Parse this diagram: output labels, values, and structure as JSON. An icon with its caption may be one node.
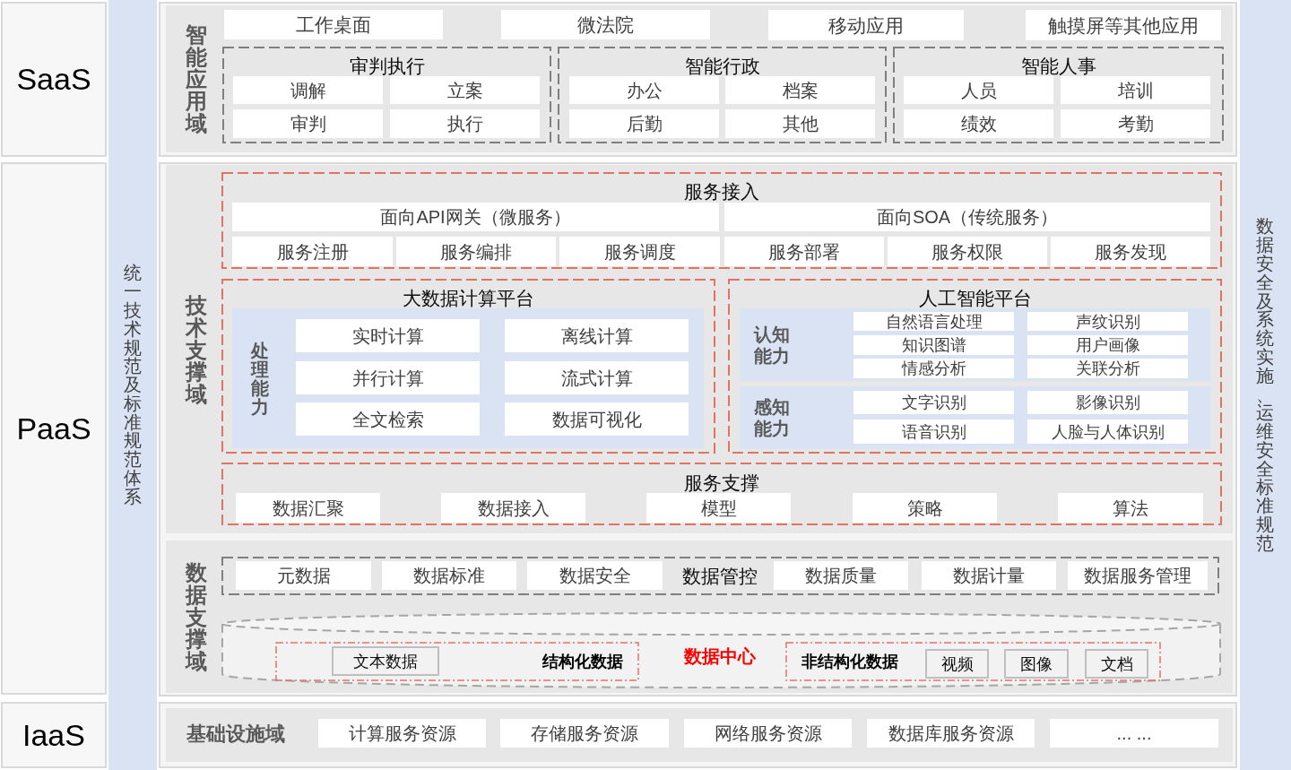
{
  "diagram": {
    "nodes": [
      {
        "text": [
          "SaaS"
        ]
      },
      {
        "text": [
          "统一技术规范及标准规范体系"
        ]
      },
      {
        "text": [
          "智能应用域"
        ]
      },
      {
        "text": [
          "工作桌面"
        ],
        "in": 2
      },
      {
        "text": [
          "微法院"
        ],
        "in": 2
      },
      {
        "text": [
          "移动应用"
        ],
        "in": 2
      },
      {
        "text": [
          "触摸屏等其他应用"
        ],
        "in": 2
      },
      {
        "text": [
          "审判执行"
        ],
        "in": 2
      },
      {
        "text": [
          "调解"
        ],
        "in": 7
      },
      {
        "text": [
          "立案"
        ],
        "in": 7
      },
      {
        "text": [
          "审判"
        ],
        "in": 7
      },
      {
        "text": [
          "执行"
        ],
        "in": 7
      },
      {
        "text": [
          "智能行政"
        ],
        "in": 2
      },
      {
        "text": [
          "办公"
        ],
        "in": 12
      },
      {
        "text": [
          "档案"
        ],
        "in": 12
      },
      {
        "text": [
          "后勤"
        ],
        "in": 12
      },
      {
        "text": [
          "其他"
        ],
        "in": 12
      },
      {
        "text": [
          "智能人事"
        ],
        "in": 2
      },
      {
        "text": [
          "人员"
        ],
        "in": 17
      },
      {
        "text": [
          "培训"
        ],
        "in": 17
      },
      {
        "text": [
          "绩效"
        ],
        "in": 17
      },
      {
        "text": [
          "考勤"
        ],
        "in": 17
      },
      {
        "text": [
          "数据安全及系统实施、运维安全标准规范"
        ]
      },
      {
        "text": [
          "PaaS"
        ]
      },
      {
        "text": [
          "技术支撑域"
        ]
      },
      {
        "text": [
          "服务接入"
        ],
        "in": 24
      },
      {
        "text": [
          "面向API网关（微服务）"
        ],
        "in": 25
      },
      {
        "text": [
          "面向SOA（传统服务）"
        ],
        "in": 25
      },
      {
        "text": [
          "服务注册"
        ],
        "in": 25
      },
      {
        "text": [
          "服务编排"
        ],
        "in": 25
      },
      {
        "text": [
          "服务调度"
        ],
        "in": 25
      },
      {
        "text": [
          "服务部署"
        ],
        "in": 25
      },
      {
        "text": [
          "服务权限"
        ],
        "in": 25
      },
      {
        "text": [
          "服务发现"
        ],
        "in": 25
      },
      {
        "text": [
          "大数据计算平台"
        ],
        "in": 24
      },
      {
        "text": [
          "处理能力"
        ],
        "in": 34
      },
      {
        "text": [
          "实时计算"
        ],
        "in": 35
      },
      {
        "text": [
          "离线计算"
        ],
        "in": 35
      },
      {
        "text": [
          "并行计算"
        ],
        "in": 35
      },
      {
        "text": [
          "流式计算"
        ],
        "in": 35
      },
      {
        "text": [
          "全文检索"
        ],
        "in": 35
      },
      {
        "text": [
          "数据可视化"
        ],
        "in": 35
      },
      {
        "text": [
          "人工智能平台"
        ],
        "in": 24
      },
      {
        "text": [
          "认知能力"
        ],
        "in": 42
      },
      {
        "text": [
          "自然语言处理"
        ],
        "in": 43
      },
      {
        "text": [
          "声纹识别"
        ],
        "in": 43
      },
      {
        "text": [
          "知识图谱"
        ],
        "in": 43
      },
      {
        "text": [
          "用户画像"
        ],
        "in": 43
      },
      {
        "text": [
          "情感分析"
        ],
        "in": 43
      },
      {
        "text": [
          "关联分析"
        ],
        "in": 43
      },
      {
        "text": [
          "感知能力"
        ],
        "in": 42
      },
      {
        "text": [
          "文字识别"
        ],
        "in": 50
      },
      {
        "text": [
          "影像识别"
        ],
        "in": 50
      },
      {
        "text": [
          "语音识别"
        ],
        "in": 50
      },
      {
        "text": [
          "人脸与人体识别"
        ],
        "in": 50
      },
      {
        "text": [
          "服务支撑"
        ],
        "in": 24
      },
      {
        "text": [
          "数据汇聚"
        ],
        "in": 55
      },
      {
        "text": [
          "数据接入"
        ],
        "in": 55
      },
      {
        "text": [
          "模型"
        ],
        "in": 55
      },
      {
        "text": [
          "策略"
        ],
        "in": 55
      },
      {
        "text": [
          "算法"
        ],
        "in": 55
      },
      {
        "text": [
          "数据支撑域"
        ]
      },
      {
        "text": [
          "数据管控"
        ],
        "in": 61
      },
      {
        "text": [
          "元数据"
        ],
        "in": 62
      },
      {
        "text": [
          "数据标准"
        ],
        "in": 62
      },
      {
        "text": [
          "数据安全"
        ],
        "in": 62
      },
      {
        "text": [
          "数据质量"
        ],
        "in": 62
      },
      {
        "text": [
          "数据计量"
        ],
        "in": 62
      },
      {
        "text": [
          "数据服务管理"
        ],
        "in": 62
      },
      {
        "text": [
          "数据中心"
        ],
        "in": 61
      },
      {
        "text": [
          "结构化数据"
        ],
        "in": 69
      },
      {
        "text": [
          "文本数据"
        ],
        "in": 70
      },
      {
        "text": [
          "非结构化数据"
        ],
        "in": 69
      },
      {
        "text": [
          "视频"
        ],
        "in": 72
      },
      {
        "text": [
          "图像"
        ],
        "in": 72
      },
      {
        "text": [
          "文档"
        ],
        "in": 72
      },
      {
        "text": [
          "IaaS"
        ]
      },
      {
        "text": [
          "基础设施域"
        ]
      },
      {
        "text": [
          "计算服务资源"
        ],
        "in": 77
      },
      {
        "text": [
          "存储服务资源"
        ],
        "in": 77
      },
      {
        "text": [
          "网络服务资源"
        ],
        "in": 77
      },
      {
        "text": [
          "数据库服务资源"
        ],
        "in": 77
      },
      {
        "text": [
          "... ..."
        ],
        "in": 77
      }
    ]
  }
}
